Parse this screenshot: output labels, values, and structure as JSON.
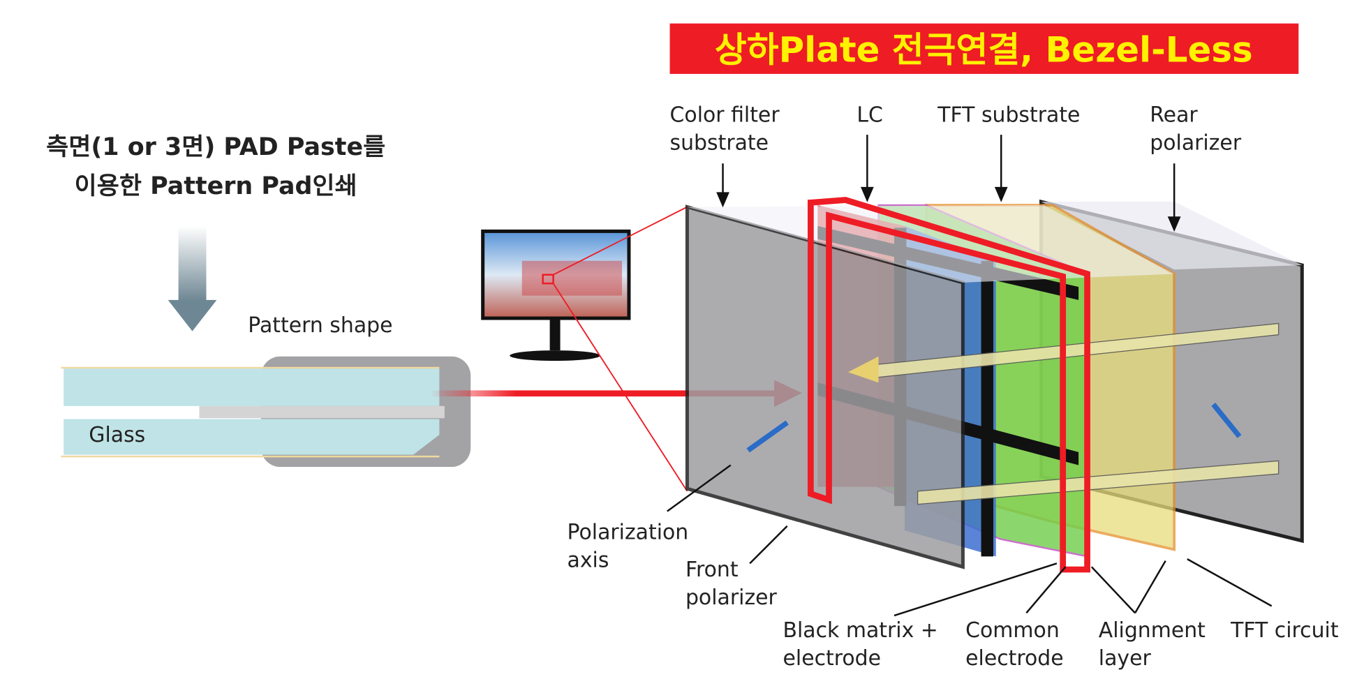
{
  "banner": {
    "title": "상하Plate 전극연결, Bezel-Less",
    "bg_color": "#ee1c25",
    "text_color": "#fff200"
  },
  "left": {
    "caption_line1": "측면(1 or 3면) PAD Paste를",
    "caption_line2": "이용한 Pattern Pad인쇄",
    "pattern_label": "Pattern shape",
    "glass_label": "Glass"
  },
  "labels": {
    "color_filter_1": "Color filter",
    "color_filter_2": "substrate",
    "lc": "LC",
    "tft_substrate": "TFT substrate",
    "rear_1": "Rear",
    "rear_2": "polarizer",
    "polarization_1": "Polarization",
    "polarization_2": "axis",
    "front_1": "Front",
    "front_2": "polarizer",
    "black_matrix_1": "Black matrix +",
    "black_matrix_2": "electrode",
    "common_1": "Common",
    "common_2": "electrode",
    "alignment_1": "Alignment",
    "alignment_2": "layer",
    "tft_circuit": "TFT circuit"
  }
}
